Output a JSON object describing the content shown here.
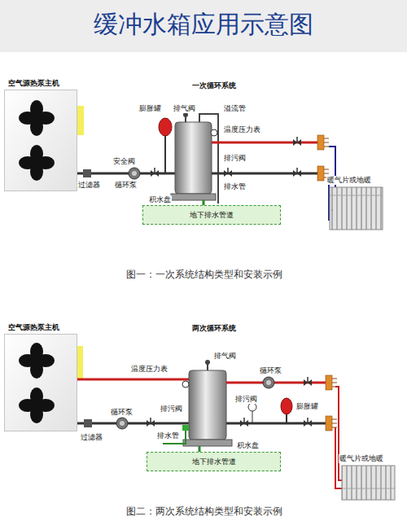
{
  "diagram": {
    "title": "缓冲水箱应用示意图",
    "nodes": [
      {
        "text": [
          "空气源热泵主机"
        ]
      },
      {
        "text": [
          "地下排水管道"
        ]
      },
      {
        "text": [
          "暖气片或地暖"
        ]
      },
      {
        "text": [
          "空气源热泵主机"
        ]
      },
      {
        "text": [
          "地下排水管道"
        ]
      },
      {
        "text": [
          "暖气片或地暖"
        ]
      }
    ],
    "labels": [
      "一次循环系统",
      "排气阀",
      "溢流管",
      "膨胀罐",
      "温度压力表",
      "安全阀",
      "排污阀",
      "过滤器",
      "循环泵",
      "积水盘",
      "排水管",
      "图一：一次系统结构类型和安装示例",
      "两次循环系统",
      "排气阀",
      "温度压力表",
      "循环泵",
      "排污阀",
      "膨胀罐",
      "循环泵",
      "排污阀",
      "过滤器",
      "排水管",
      "积水盘",
      "图二：两次系统结构类型和安装示例"
    ]
  }
}
